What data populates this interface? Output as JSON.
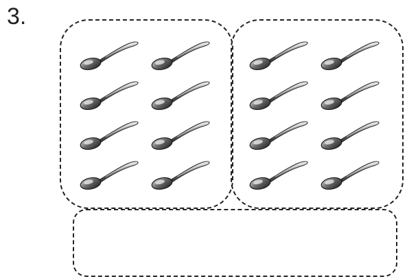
{
  "problem": {
    "number": "3."
  },
  "groups": [
    {
      "name": "group-left",
      "spoon_count": 8
    },
    {
      "name": "group-right",
      "spoon_count": 8
    }
  ],
  "answer_box": {
    "value": ""
  },
  "icons": {
    "item": "spoon-icon"
  }
}
